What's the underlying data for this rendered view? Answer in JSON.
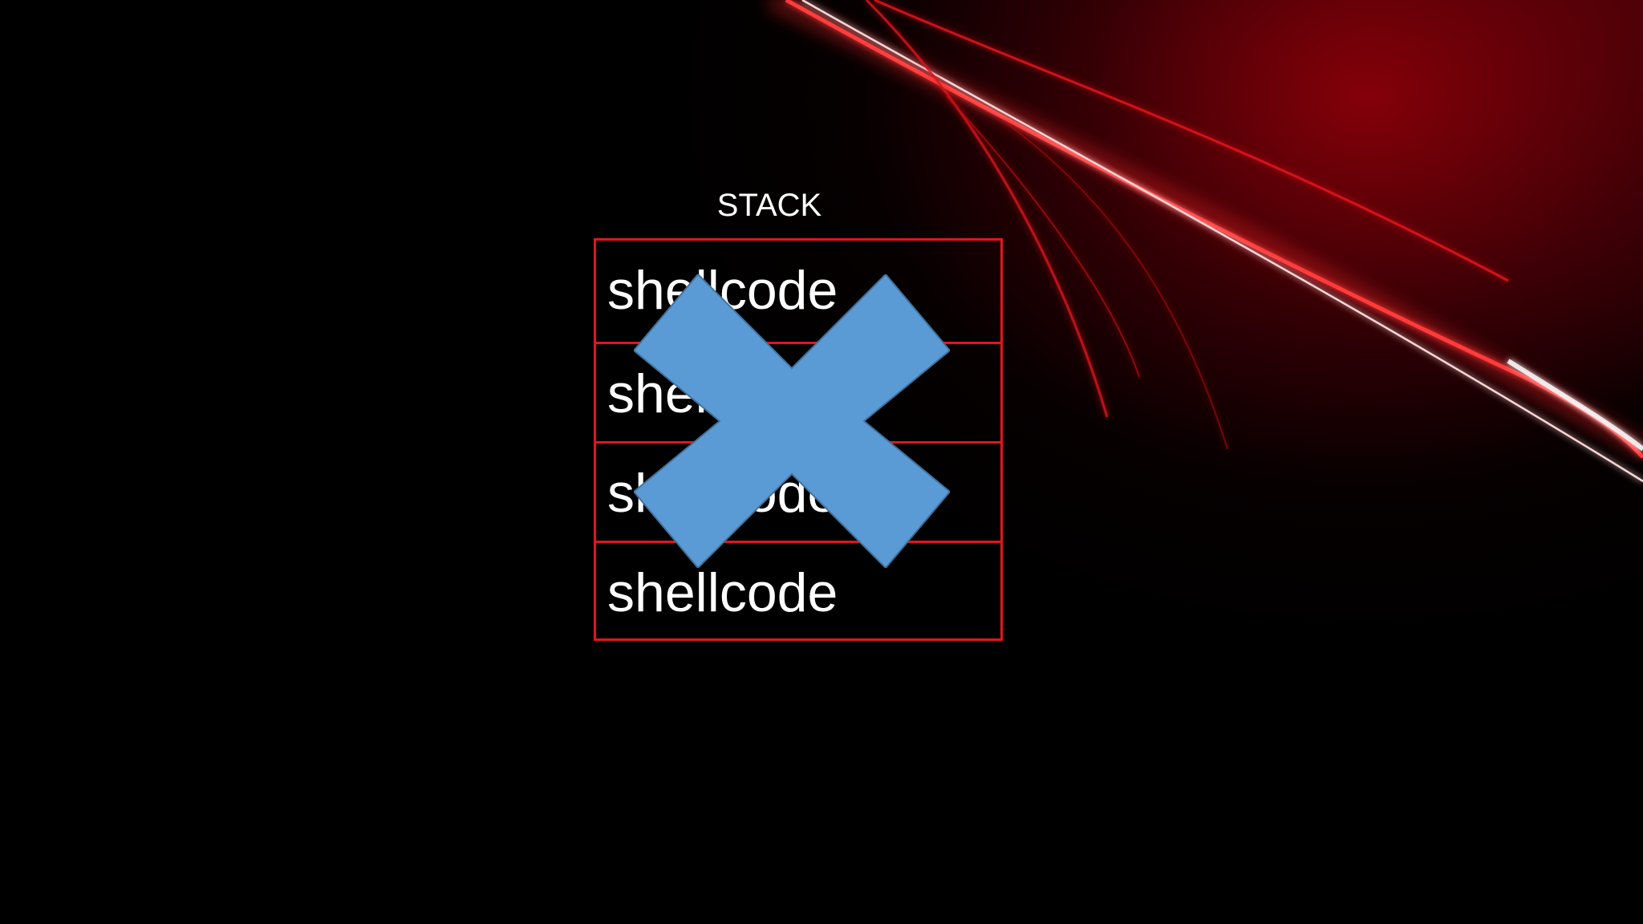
{
  "slide": {
    "title": "STACK",
    "rows": [
      {
        "label": "shellcode"
      },
      {
        "label": "shellcode"
      },
      {
        "label": "shellcode"
      },
      {
        "label": "shellcode"
      }
    ],
    "cross_icon": "x-cross-icon",
    "colors": {
      "background": "#000000",
      "accent_red": "#e0161c",
      "cross_blue": "#5b9bd5",
      "text": "#ffffff"
    }
  }
}
